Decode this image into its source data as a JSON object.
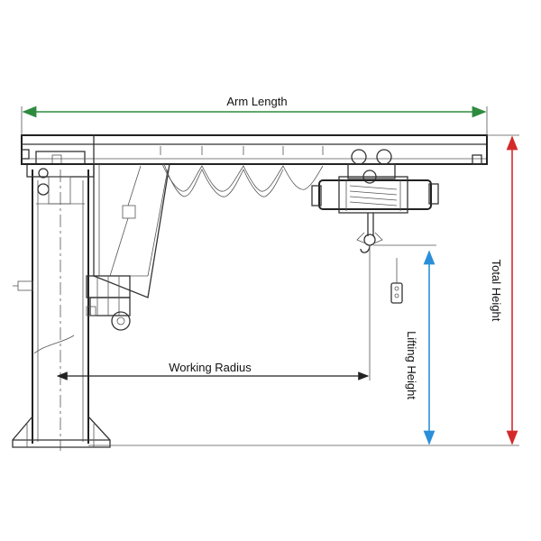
{
  "labels": {
    "arm_length": "Arm Length",
    "working_radius": "Working Radius",
    "lifting_height": "Lifting Height",
    "total_height": "Total Height"
  },
  "colors": {
    "arm_length": "#2e8b3d",
    "working_radius": "#222222",
    "lifting_height": "#2a8fd8",
    "total_height": "#d42a2a",
    "structure": "#333333"
  }
}
